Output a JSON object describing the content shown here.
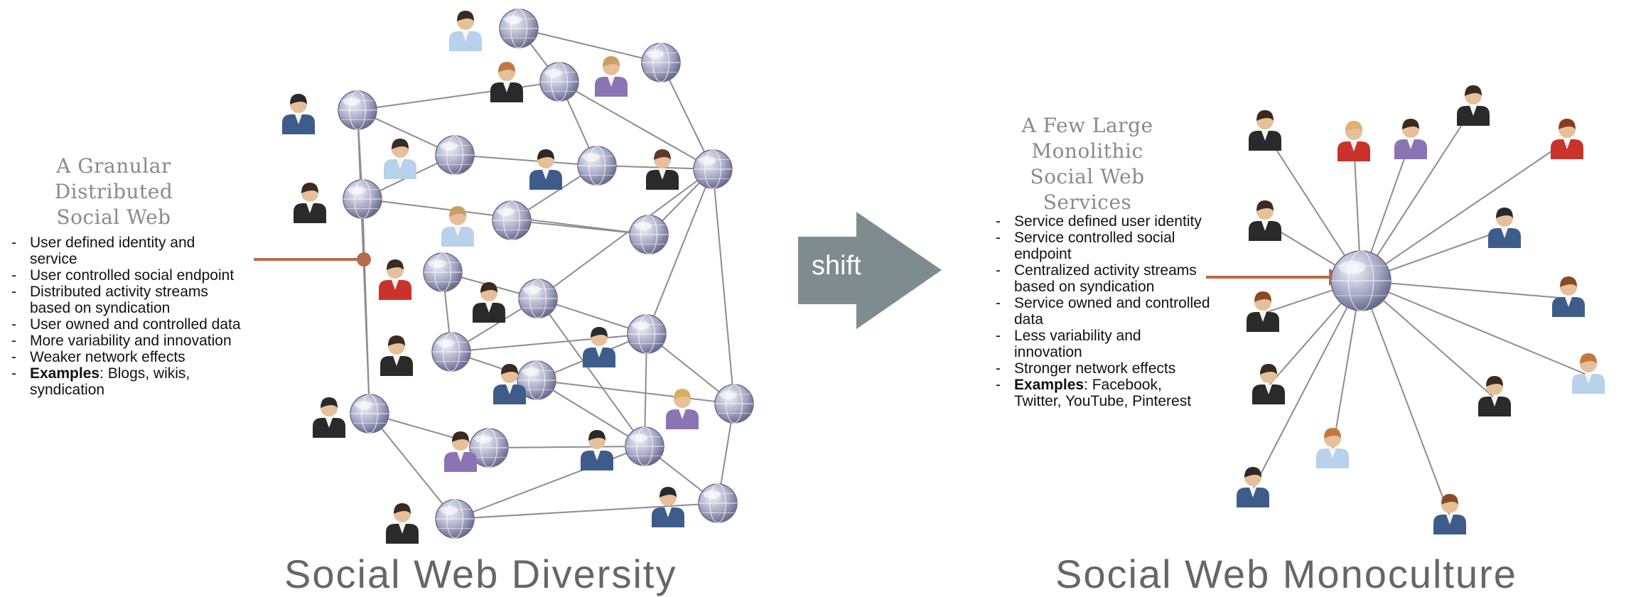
{
  "left": {
    "heading": [
      "A Granular",
      "Distributed",
      "Social Web"
    ],
    "bullets": [
      {
        "bold": "",
        "text": "User defined identity and service"
      },
      {
        "bold": "",
        "text": "User controlled social endpoint"
      },
      {
        "bold": "",
        "text": "Distributed activity streams based on syndication"
      },
      {
        "bold": "",
        "text": "User owned and controlled data"
      },
      {
        "bold": "",
        "text": "More variability and innovation"
      },
      {
        "bold": "",
        "text": "Weaker network effects"
      },
      {
        "bold": "Examples",
        "text": ": Blogs, wikis, syndication"
      }
    ],
    "caption": "Social Web Diversity"
  },
  "right": {
    "heading": [
      "A Few Large",
      "Monolithic",
      "Social Web",
      "Services"
    ],
    "bullets": [
      {
        "bold": "",
        "text": "Service defined user identity"
      },
      {
        "bold": "",
        "text": "Service controlled social endpoint"
      },
      {
        "bold": "",
        "text": "Centralized activity streams based on syndication"
      },
      {
        "bold": "",
        "text": "Service owned and controlled data"
      },
      {
        "bold": "",
        "text": "Less variability and innovation"
      },
      {
        "bold": "",
        "text": "Stronger network effects"
      },
      {
        "bold": "Examples",
        "text": ": Facebook, Twitter, YouTube, Pinterest"
      }
    ],
    "caption": "Social Web Monoculture"
  },
  "arrow": {
    "label": "shift"
  },
  "colors": {
    "pointer": "#b86a4a",
    "arrow": "#7f8c8f",
    "line": "#8d8d8d",
    "globe_light": "#f2f3f9",
    "globe_mid": "#a8abc6",
    "globe_dark": "#5b5e80",
    "skin": "#e6c09a",
    "hair": "#3a2a20"
  },
  "icons": {
    "node": "globe-icon",
    "person": "person-icon"
  },
  "shirt_palette": {
    "blue": "#3d5c8a",
    "black": "#2a2a2a",
    "red": "#c8342b",
    "light": "#b7d2ea",
    "purple": "#8a74b4",
    "white": "#ffffff"
  }
}
